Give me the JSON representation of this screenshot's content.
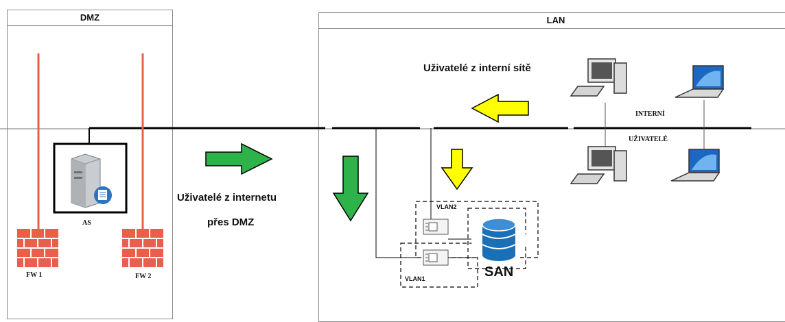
{
  "zones": {
    "dmz": {
      "title": "DMZ"
    },
    "lan": {
      "title": "LAN"
    }
  },
  "dmz": {
    "server_label": "AS",
    "firewall_left_label": "FW 1",
    "firewall_right_label": "FW 2"
  },
  "flows": {
    "internet_users_line1": "Uživatelé z internetu",
    "internet_users_line2": "přes DMZ",
    "internal_users": "Uživatelé z interní sítě"
  },
  "lan": {
    "internal_label_line1": "INTERNÍ",
    "internal_label_line2": "UŽIVATELÉ",
    "vlan1": "VLAN1",
    "vlan2": "VLAN2",
    "san_label": "SAN"
  },
  "colors": {
    "green_arrow": "#2db34a",
    "yellow_arrow": "#ffff00",
    "firewall": "#e8604c",
    "san": "#1a6fb5"
  },
  "icons": [
    "server-icon",
    "firewall-icon",
    "desktop-computer-icon",
    "laptop-icon",
    "network-card-icon",
    "database-icon",
    "arrow-right-icon",
    "arrow-down-icon",
    "arrow-left-icon"
  ]
}
